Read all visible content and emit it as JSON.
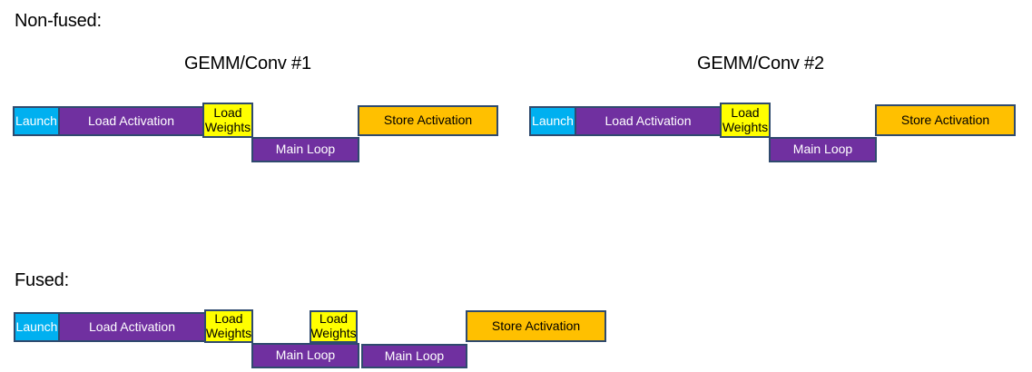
{
  "headings": {
    "non_fused": "Non-fused:",
    "fused": "Fused:"
  },
  "non_fused": {
    "gemm1": {
      "title": "GEMM/Conv #1",
      "launch": "Launch",
      "load_activation": "Load Activation",
      "load_weights": "Load Weights",
      "main_loop": "Main Loop",
      "store_activation": "Store Activation"
    },
    "gemm2": {
      "title": "GEMM/Conv #2",
      "launch": "Launch",
      "load_activation": "Load Activation",
      "load_weights": "Load Weights",
      "main_loop": "Main Loop",
      "store_activation": "Store Activation"
    }
  },
  "fused": {
    "launch": "Launch",
    "load_activation": "Load Activation",
    "load_weights_1": "Load Weights",
    "main_loop_1": "Main Loop",
    "load_weights_2": "Load Weights",
    "main_loop_2": "Main Loop",
    "store_activation": "Store Activation"
  },
  "colors": {
    "background": "#FFFFFF",
    "cyan": "#00B0F0",
    "purple": "#7030A0",
    "yellow": "#FFFF00",
    "orange": "#FFC000",
    "border": "#2F4A6E",
    "text_dark": "#000000",
    "text_light": "#FFFFFF"
  }
}
